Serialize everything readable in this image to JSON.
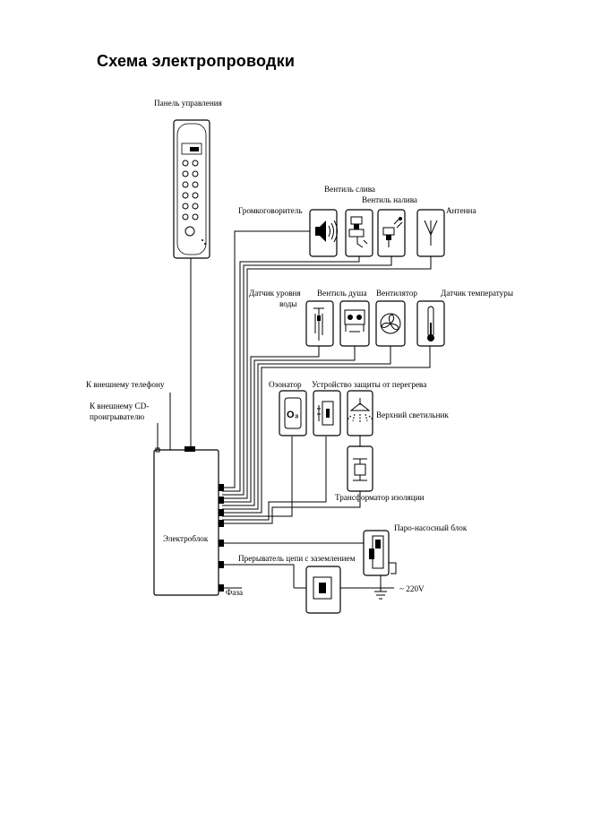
{
  "title": "Схема электропроводки",
  "labels": {
    "control_panel": "Панель управления",
    "valve_drain": "Вентиль слива",
    "valve_fill": "Вентиль налива",
    "speaker": "Громкоговоритель",
    "antenna": "Антенна",
    "water_level_1": "Датчик уровня",
    "water_level_2": "воды",
    "shower_valve": "Вентиль душа",
    "fan": "Вентилятор",
    "temp_sensor": "Датчик температуры",
    "ext_phone": "К внешнему телефону",
    "cd_1": "К внешнему CD-",
    "cd_2": "проигрывателю",
    "ozonator": "Озонатор",
    "overheat": "Устройство защиты от перегрева",
    "top_light": "Верхний светильник",
    "transformer": "Трансформатор изоляции",
    "pump": "Паро-насосный блок",
    "breaker": "Прерыватель цепи с заземлением",
    "power_unit": "Электроблок",
    "phase": "Фаза",
    "voltage": "~ 220V",
    "ozone_symbol": "O₃"
  },
  "icons": [
    "control-panel-icon",
    "speaker-icon",
    "drain-valve-icon",
    "fill-valve-icon",
    "antenna-icon",
    "water-level-icon",
    "shower-valve-icon",
    "fan-icon",
    "thermometer-icon",
    "ozonator-icon",
    "overheat-icon",
    "lamp-icon",
    "transformer-icon",
    "pump-icon",
    "breaker-icon",
    "ground-icon"
  ]
}
